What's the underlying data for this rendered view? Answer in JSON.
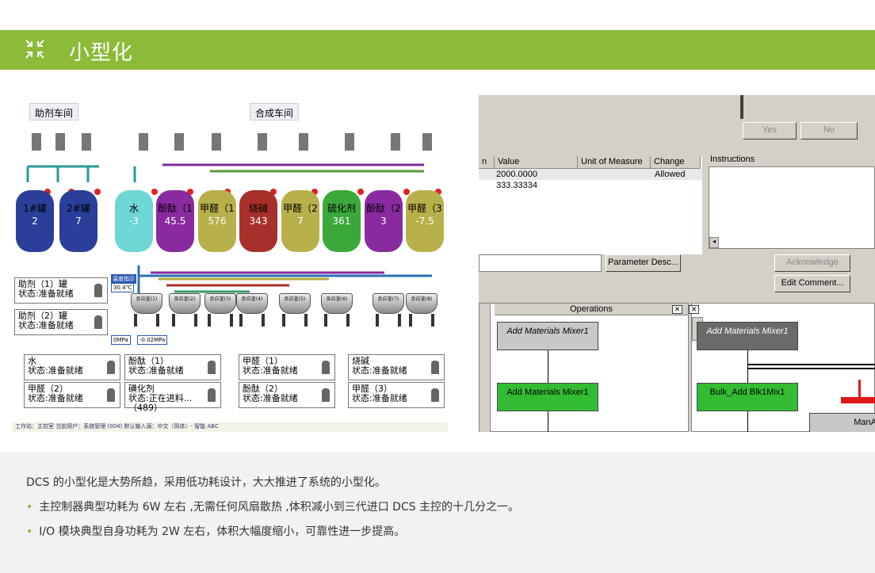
{
  "header": {
    "title": "小型化",
    "icon": "collapse-arrows-icon",
    "color": "#8cbb3a"
  },
  "hmi": {
    "tabs": [
      "助剂车间",
      "合成车间"
    ],
    "tanks": [
      {
        "name": "1#罐",
        "value": "2",
        "color": "#2a3e9a"
      },
      {
        "name": "2#罐",
        "value": "7",
        "color": "#2a3e9a"
      },
      {
        "name": "水",
        "value": "-3",
        "color": "#6fd6d6"
      },
      {
        "name": "酚酞（1",
        "value": "45.5",
        "color": "#8a2aa0"
      },
      {
        "name": "甲醛（1",
        "value": "576",
        "color": "#b8b04a"
      },
      {
        "name": "烧碱",
        "value": "343",
        "color": "#a8302a"
      },
      {
        "name": "甲醛（2",
        "value": "7",
        "color": "#b8b04a"
      },
      {
        "name": "硫化剂",
        "value": "361",
        "color": "#3aa83a"
      },
      {
        "name": "酚酞（2",
        "value": "3",
        "color": "#8a2aa0"
      },
      {
        "name": "甲醛（3",
        "value": "-7.5",
        "color": "#b8b04a"
      }
    ],
    "status_boxes": [
      {
        "title": "助剂（1）罐",
        "state": "状态:准备就绪"
      },
      {
        "title": "助剂（2）罐",
        "state": "状态:准备就绪"
      },
      {
        "title": "水",
        "state": "状态:准备就绪"
      },
      {
        "title": "酚酞（1）",
        "state": "状态:准备就绪"
      },
      {
        "title": "甲醛（1）",
        "state": "状态:准备就绪"
      },
      {
        "title": "烧碱",
        "state": "状态:准备就绪"
      },
      {
        "title": "甲醛（2）",
        "state": "状态:准备就绪"
      },
      {
        "title": "磺化剂",
        "state": "状态:正在进料...（489）"
      },
      {
        "title": "酚酞（2）",
        "state": "状态:准备就绪"
      },
      {
        "title": "甲醛（3）",
        "state": "状态:准备就绪"
      }
    ],
    "mixer_labels": [
      "反应釜(1)",
      "反应釜(2)",
      "反应釜(3)",
      "反应釜(4)",
      "反应釜(5)",
      "反应釜(6)",
      "反应釜(7)",
      "反应釜(8)"
    ],
    "temp_label": "30.4℃",
    "pressure_labels": [
      "0MPa",
      "-0.02MPa"
    ],
    "statusbar": "工作站：主控室    当前用户：系统管理 (004)    默认输入源：中文（简体）- 智能 ABC"
  },
  "win": {
    "yes": "Yes",
    "no": "No",
    "grid_headers": [
      "n",
      "Value",
      "Unit of Measure",
      "Change"
    ],
    "grid_rows": [
      [
        "",
        "2000.0000",
        "",
        "Allowed"
      ],
      [
        "",
        "333.33334",
        "",
        ""
      ]
    ],
    "instructions": "Instructions",
    "param_btn": "Parameter Desc...",
    "ack_btn": "Acknowledge",
    "edit_btn": "Edit Comment...",
    "ops_title": "Operations",
    "op1": "Add Materials Mixer1",
    "op2": "Add Materials Mixer1",
    "op3": "Add Materials Mixer1",
    "op4": "Bulk_Add Blk1Mix1",
    "op5": "ManA"
  },
  "caption": {
    "intro": "DCS 的小型化是大势所趋，采用低功耗设计，大大推进了系统的小型化。",
    "bullets": [
      "主控制器典型功耗为 6W 左右 ,无需任何风扇散热 ,体积减小到三代进口 DCS 主控的十几分之一。",
      "I/O 模块典型自身功耗为 2W 左右，体积大幅度缩小，可靠性进一步提高。"
    ]
  }
}
